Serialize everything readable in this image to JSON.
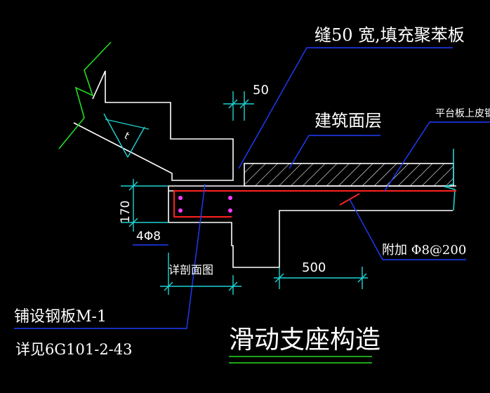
{
  "drawing": {
    "title": "滑动支座构造",
    "colors": {
      "background": "#000000",
      "outline": "#ffffff",
      "leader": "#1f3cff",
      "dimension": "#1fd3d3",
      "break_line": "#22dd22",
      "rebar": "#ff2020",
      "rebar_point": "#ff3cff",
      "underline": "#22dd22"
    },
    "labels": {
      "gap_fill": "缝50 宽,填充聚苯板",
      "finish": "建筑面层",
      "platform_rebar": "平台板上皮钢",
      "added_rebar": "附加 Φ8@200",
      "stirrup": "4Φ8",
      "section_ref": "详剖面图",
      "steel_plate": "铺设钢板M-1",
      "atlas_ref": "详见6G101-2-43"
    },
    "dimensions": {
      "gap_width": "50",
      "height": "170",
      "length": "500",
      "slope": "t"
    }
  }
}
